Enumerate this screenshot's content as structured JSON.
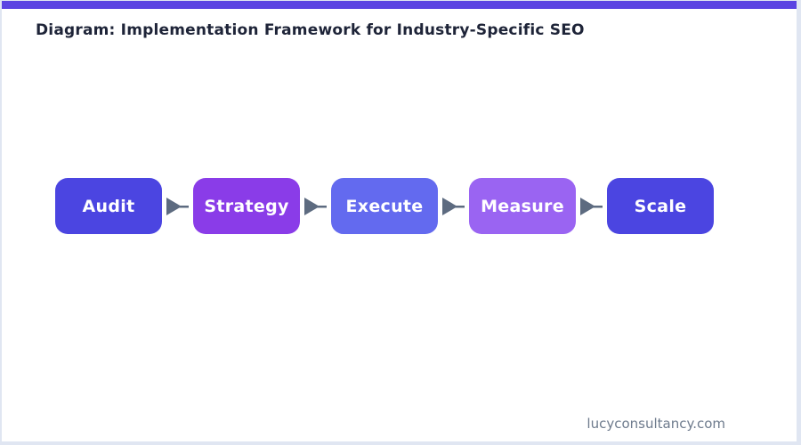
{
  "page": {
    "title": "Diagram: Implementation Framework for Industry-Specific SEO",
    "footer": "lucyconsultancy.com",
    "accent_bar_color": "#5b44e2",
    "border_color": "#e0e6f2",
    "title_color": "#1e2438",
    "footer_color": "#6e7b8d",
    "background_color": "#ffffff"
  },
  "flow": {
    "arrow_color": "#5d6b80",
    "arrow_icon": "right-arrow",
    "steps": [
      {
        "label": "Audit",
        "color": "#4b45e1"
      },
      {
        "label": "Strategy",
        "color": "#8a3ce8"
      },
      {
        "label": "Execute",
        "color": "#636aef"
      },
      {
        "label": "Measure",
        "color": "#9a64f2"
      },
      {
        "label": "Scale",
        "color": "#4b45e1"
      }
    ]
  }
}
